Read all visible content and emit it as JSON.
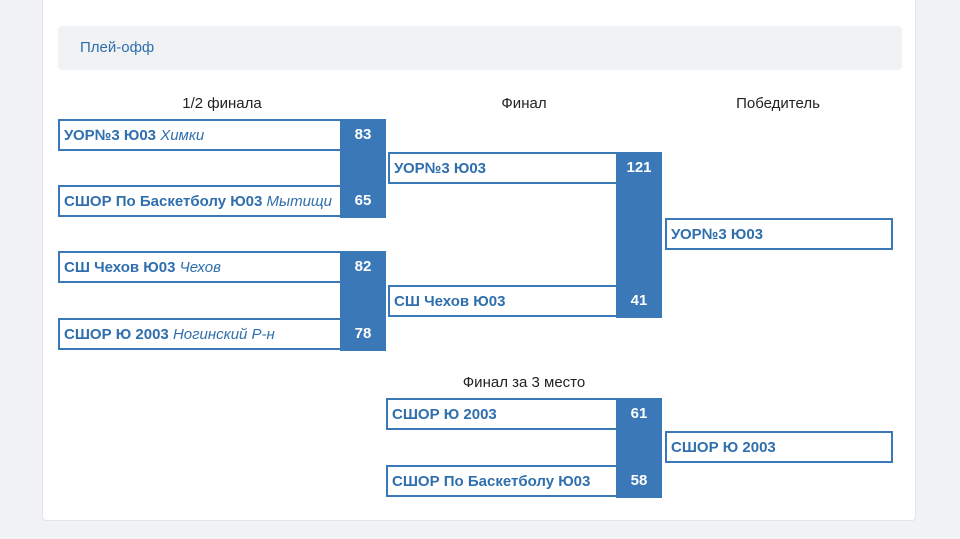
{
  "section": {
    "title": "Плей-офф"
  },
  "columns": {
    "semifinal": "1/2 финала",
    "final": "Финал",
    "winner": "Победитель",
    "third_place": "Финал за 3 место"
  },
  "semifinals": [
    {
      "name": "УОР№3 Ю03",
      "city": "Химки",
      "score": "83"
    },
    {
      "name": "СШОР По Баскетболу Ю03",
      "city": "Мытищи",
      "score": "65"
    },
    {
      "name": "СШ Чехов Ю03",
      "city": "Чехов",
      "score": "82"
    },
    {
      "name": "СШОР Ю 2003",
      "city": "Ногинский Р-н",
      "score": "78"
    }
  ],
  "final": [
    {
      "name": "УОР№3 Ю03",
      "score": "121"
    },
    {
      "name": "СШ Чехов Ю03",
      "score": "41"
    }
  ],
  "winner": {
    "name": "УОР№3 Ю03"
  },
  "third_place": [
    {
      "name": "СШОР Ю 2003",
      "score": "61"
    },
    {
      "name": "СШОР По Баскетболу Ю03",
      "score": "58"
    }
  ],
  "third_place_winner": {
    "name": "СШОР Ю 2003"
  },
  "colors": {
    "accent": "#3a78b8",
    "link": "#2f6fad",
    "header_bg": "#f1f2f4"
  }
}
